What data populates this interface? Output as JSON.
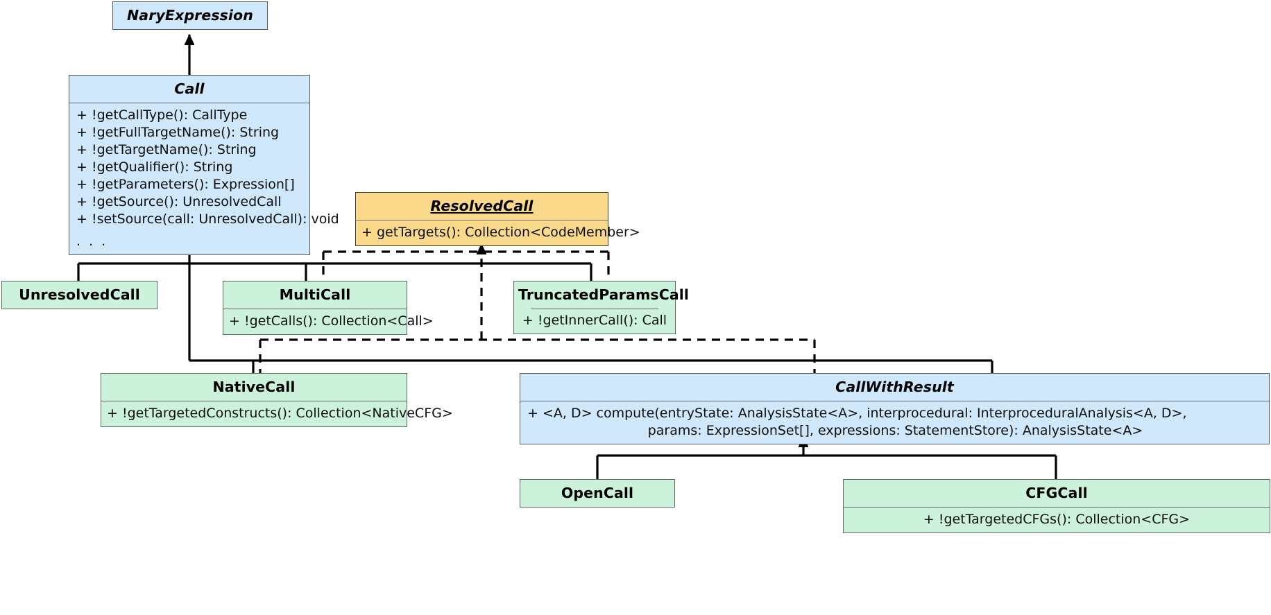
{
  "diagram": {
    "kind": "uml-class-diagram",
    "title": "Call class hierarchy",
    "colors": {
      "blue_fill": "#cfe8fb",
      "green_fill": "#ccf2dc",
      "orange_fill": "#fbd98a",
      "border": "#4d4d4d",
      "line": "#000000"
    }
  },
  "classes": {
    "nary": {
      "name": "NaryExpression",
      "style": "abstract",
      "fill": "#cfe8fb",
      "members": []
    },
    "call": {
      "name": "Call",
      "style": "abstract",
      "fill": "#cfe8fb",
      "members": [
        "+ !getCallType(): CallType",
        "+ !getFullTargetName(): String",
        "+ !getTargetName(): String",
        "+ !getQualifier(): String",
        "+ !getParameters(): Expression[]",
        "+ !getSource(): UnresolvedCall",
        "+ !setSource(call: UnresolvedCall): void"
      ],
      "ellipsis": ". . ."
    },
    "resolved": {
      "name": "ResolvedCall",
      "style": "abstract-static-underlined",
      "fill": "#fbd98a",
      "members": [
        "+ getTargets(): Collection<CodeMember>"
      ]
    },
    "unresolved": {
      "name": "UnresolvedCall",
      "style": "concrete",
      "fill": "#ccf2dc",
      "members": []
    },
    "multi": {
      "name": "MultiCall",
      "style": "concrete",
      "fill": "#ccf2dc",
      "members": [
        "+ !getCalls(): Collection<Call>"
      ]
    },
    "truncated": {
      "name": "TruncatedParamsCall",
      "style": "concrete",
      "fill": "#ccf2dc",
      "members": [
        "+ !getInnerCall(): Call"
      ]
    },
    "native": {
      "name": "NativeCall",
      "style": "concrete",
      "fill": "#ccf2dc",
      "members": [
        "+ !getTargetedConstructs(): Collection<NativeCFG>"
      ]
    },
    "callwithresult": {
      "name": "CallWithResult",
      "style": "abstract",
      "fill": "#cfe8fb",
      "members": [
        "+ <A, D> compute(entryState: AnalysisState<A>, interprocedural: InterproceduralAnalysis<A, D>,",
        "params: ExpressionSet[], expressions: StatementStore): AnalysisState<A>"
      ]
    },
    "open": {
      "name": "OpenCall",
      "style": "concrete",
      "fill": "#ccf2dc",
      "members": []
    },
    "cfg": {
      "name": "CFGCall",
      "style": "concrete",
      "fill": "#ccf2dc",
      "members": [
        "+ !getTargetedCFGs(): Collection<CFG>"
      ]
    }
  },
  "relations": [
    {
      "from": "Call",
      "to": "NaryExpression",
      "type": "generalization"
    },
    {
      "from": "UnresolvedCall",
      "to": "Call",
      "type": "generalization"
    },
    {
      "from": "MultiCall",
      "to": "Call",
      "type": "generalization"
    },
    {
      "from": "TruncatedParamsCall",
      "to": "Call",
      "type": "generalization"
    },
    {
      "from": "NativeCall",
      "to": "Call",
      "type": "generalization"
    },
    {
      "from": "CallWithResult",
      "to": "Call",
      "type": "generalization"
    },
    {
      "from": "MultiCall",
      "to": "ResolvedCall",
      "type": "realization"
    },
    {
      "from": "TruncatedParamsCall",
      "to": "ResolvedCall",
      "type": "realization"
    },
    {
      "from": "NativeCall",
      "to": "ResolvedCall",
      "type": "realization"
    },
    {
      "from": "CallWithResult",
      "to": "ResolvedCall",
      "type": "realization"
    },
    {
      "from": "OpenCall",
      "to": "CallWithResult",
      "type": "generalization"
    },
    {
      "from": "CFGCall",
      "to": "CallWithResult",
      "type": "generalization"
    }
  ]
}
